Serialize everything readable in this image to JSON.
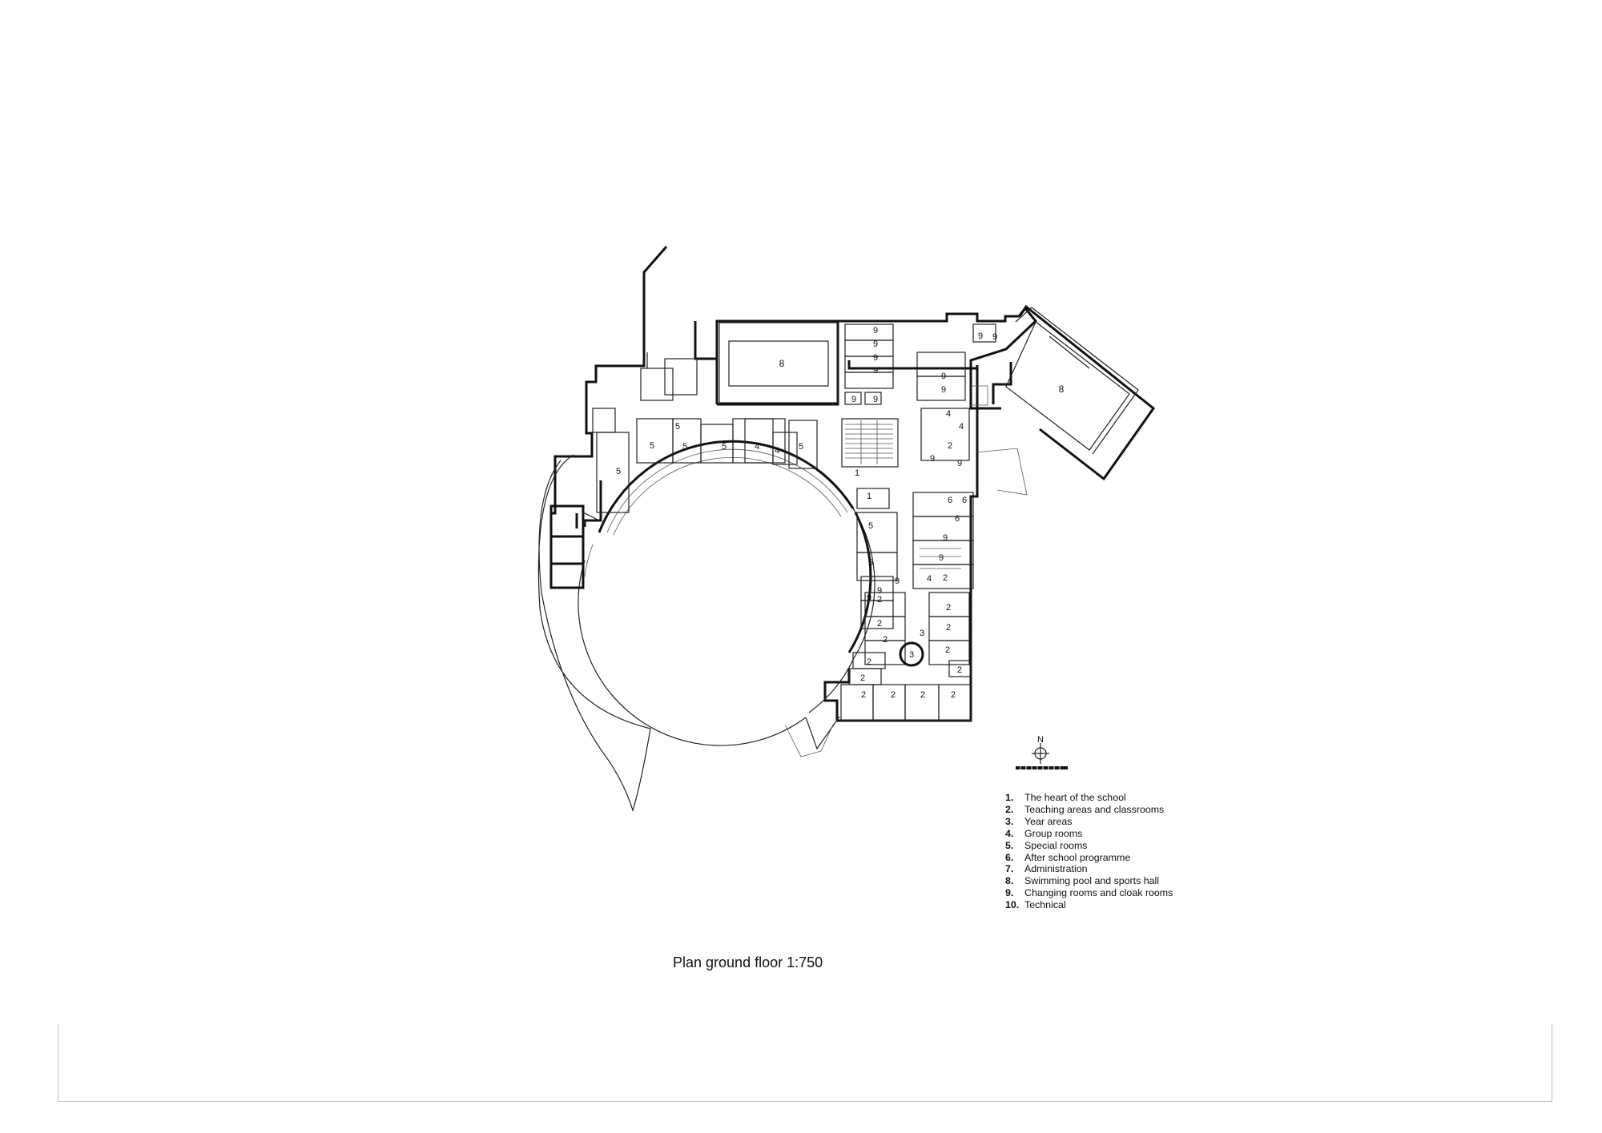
{
  "caption": "Plan ground floor 1:750",
  "north_mark": "N",
  "legend": [
    {
      "num": "1.",
      "label": "The heart of the school"
    },
    {
      "num": "2.",
      "label": "Teaching areas and classrooms"
    },
    {
      "num": "3.",
      "label": "Year areas"
    },
    {
      "num": "4.",
      "label": "Group rooms"
    },
    {
      "num": "5.",
      "label": "Special rooms"
    },
    {
      "num": "6.",
      "label": "After school programme"
    },
    {
      "num": "7.",
      "label": "Administration"
    },
    {
      "num": "8.",
      "label": "Swimming pool and sports hall"
    },
    {
      "num": "9.",
      "label": "Changing rooms and cloak rooms"
    },
    {
      "num": "10.",
      "label": "Technical"
    }
  ],
  "room_numbers": {
    "heart": "1",
    "teaching": "2",
    "year": "3",
    "group": "4",
    "special": "5",
    "after_school": "6",
    "pool_hall": "8",
    "changing": "9"
  }
}
